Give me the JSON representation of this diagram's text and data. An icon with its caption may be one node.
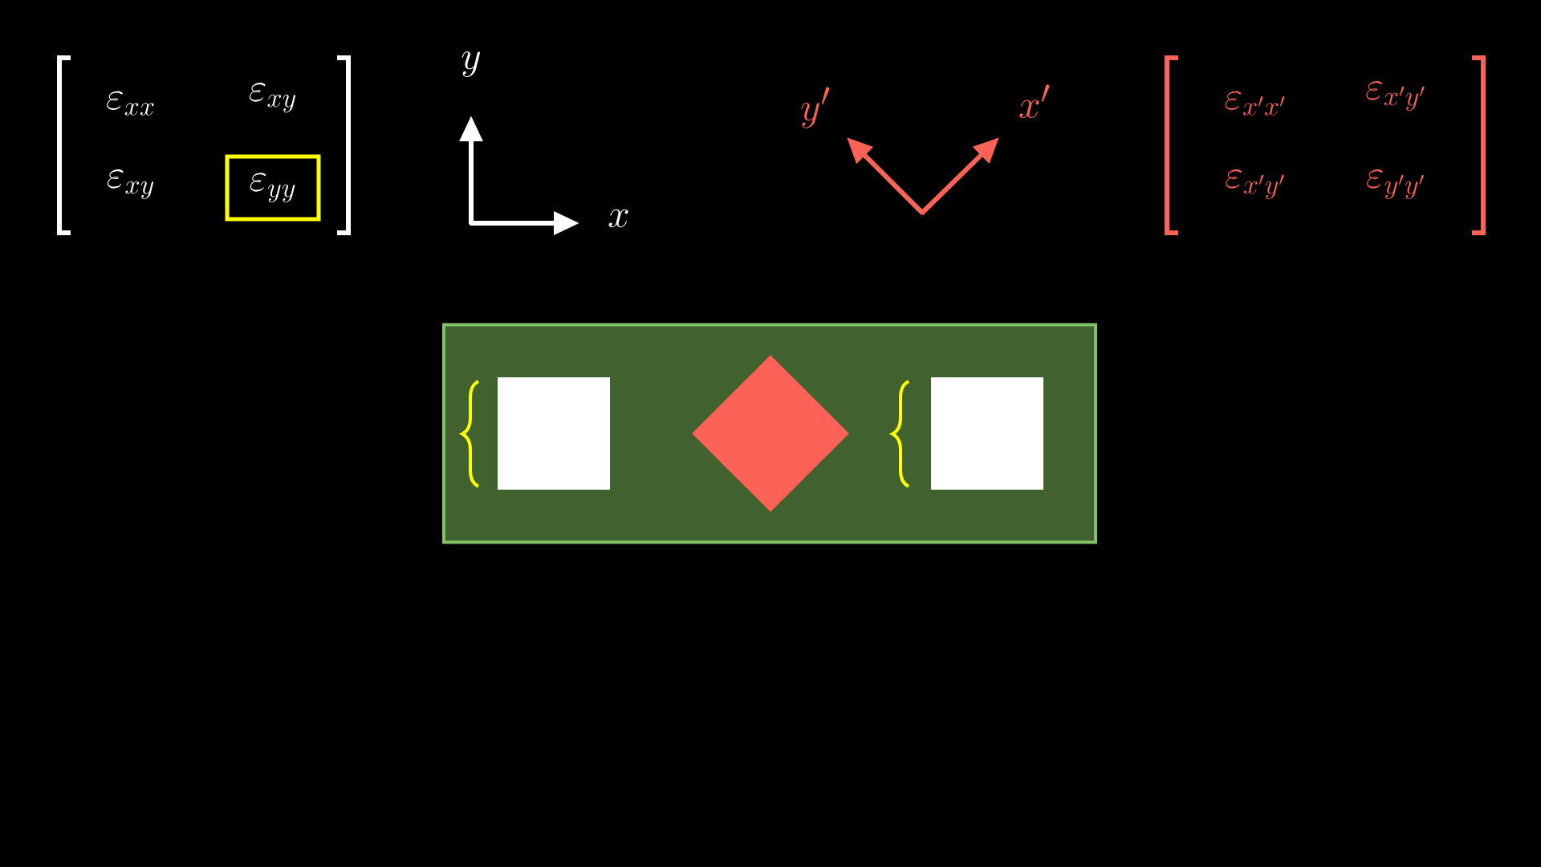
{
  "diagram": {
    "nodes": [
      {
        "text": [
          "\\varepsilon_{yy}"
        ]
      },
      {
        "text": [],
        "shape": "box"
      },
      {
        "text": [],
        "shape": "box",
        "in": 1
      },
      {
        "text": [],
        "shape": "diamond",
        "in": 1
      },
      {
        "text": [],
        "shape": "box",
        "in": 1
      }
    ],
    "labels": [
      "\\varepsilon_{xx}",
      "\\varepsilon_{xy}",
      "\\varepsilon_{xy}",
      "y",
      "x",
      "y'",
      "x'",
      "\\varepsilon_{x'x'}",
      "\\varepsilon_{x'y'}",
      "\\varepsilon_{x'y'}",
      "\\varepsilon_{y'y'}"
    ]
  }
}
